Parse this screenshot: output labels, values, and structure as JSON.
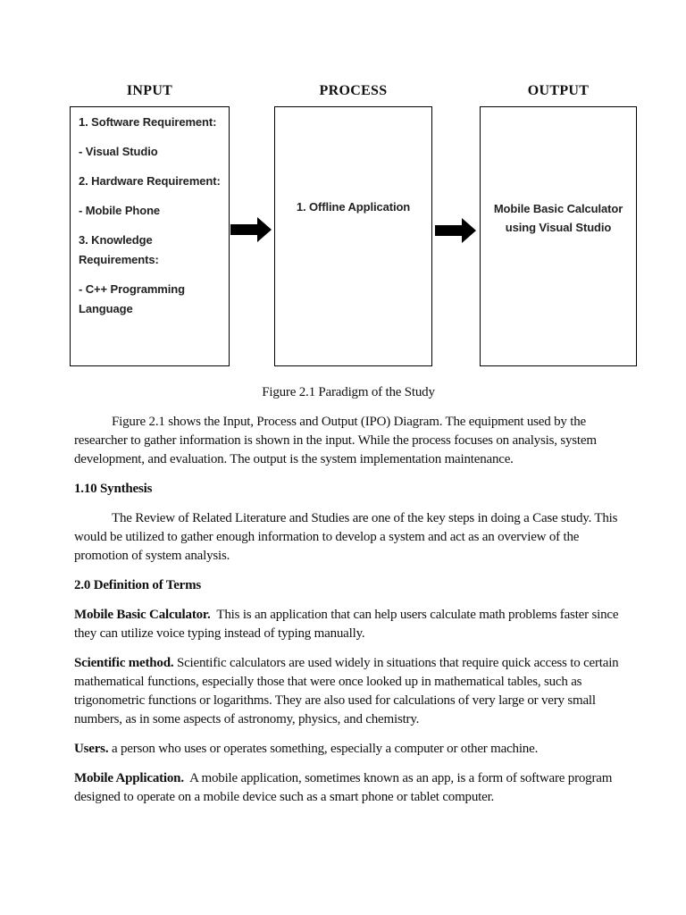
{
  "document": {
    "figure": {
      "arrow_color": "#000000",
      "box_border_color": "#000000",
      "columns": [
        {
          "header": "INPUT",
          "items": [
            "1. Software Requirement:",
            "- Visual Studio",
            "2. Hardware Requirement:",
            "- Mobile Phone",
            "3. Knowledge Requirements:",
            "- C++ Programming Language"
          ]
        },
        {
          "header": "PROCESS",
          "items": [
            "1. Offline Application"
          ]
        },
        {
          "header": "OUTPUT",
          "items": [
            "Mobile Basic Calculator using Visual Studio"
          ]
        }
      ],
      "caption": "Figure 2.1 Paradigm of the Study"
    },
    "paragraphs": {
      "figure_description": "Figure 2.1 shows the Input, Process and Output (IPO) Diagram. The equipment used by the researcher to gather information  is shown in the input. While the process focuses on analysis, system development, and  evaluation. The output is the system implementation maintenance.",
      "synthesis_heading": "1.10 Synthesis",
      "synthesis_text": "The Review of Related Literature and Studies are one of the key steps in doing a Case study. This would be utilized to gather enough information to develop a system  and act as an overview of the promotion of  system  analysis.",
      "definitions_heading": "2.0 Definition of Terms"
    },
    "definitions": [
      {
        "term": "Mobile Basic Calculator.",
        "text": "This is an application that can  help users calculate math problems faster since they can utilize voice typing instead of typing manually."
      },
      {
        "term": "Scientific method.",
        "text": "Scientific calculators are used widely in situations that require quick access to certain mathematical functions, especially those that were once looked up in mathematical tables, such as trigonometric functions or logarithms. They are also used for calculations of very large or very small numbers, as in some aspects of astronomy, physics, and chemistry."
      },
      {
        "term": "Users.",
        "text": "a person who uses or operates something, especially a computer or other machine."
      },
      {
        "term": "Mobile Application.",
        "text": "A mobile application, sometimes known as an app, is a form of software program designed to operate on a mobile device such as a smart phone or tablet computer."
      }
    ]
  }
}
